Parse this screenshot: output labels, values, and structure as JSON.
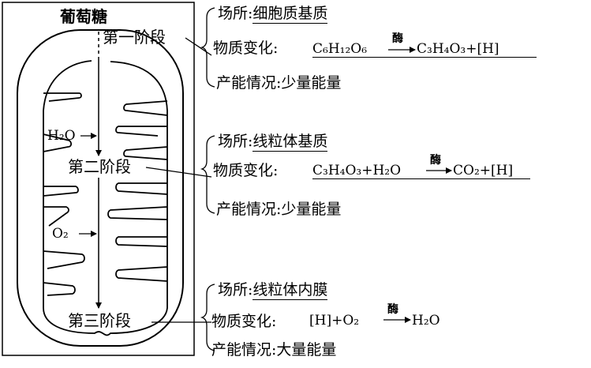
{
  "diagram": {
    "substrate": "葡萄糖",
    "stage_labels": [
      "第一阶段",
      "第二阶段",
      "第三阶段"
    ],
    "molecules": {
      "water": "H₂O",
      "oxygen": "O₂"
    },
    "enzyme": "酶",
    "stages": [
      {
        "location_label": "场所:",
        "location": "细胞质基质",
        "change_label": "物质变化:",
        "reactants": "C₆H₁₂O₆",
        "products": "C₃H₄O₃+[H]",
        "energy_label": "产能情况:",
        "energy": "少量能量"
      },
      {
        "location_label": "场所:",
        "location": "线粒体基质",
        "change_label": "物质变化:",
        "reactants": "C₃H₄O₃+H₂O",
        "products": "CO₂+[H]",
        "energy_label": "产能情况:",
        "energy": "少量能量"
      },
      {
        "location_label": "场所:",
        "location": "线粒体内膜",
        "change_label": "物质变化:",
        "reactants": "[H]+O₂",
        "products": "H₂O",
        "energy_label": "产能情况:",
        "energy": "大量能量"
      }
    ]
  }
}
